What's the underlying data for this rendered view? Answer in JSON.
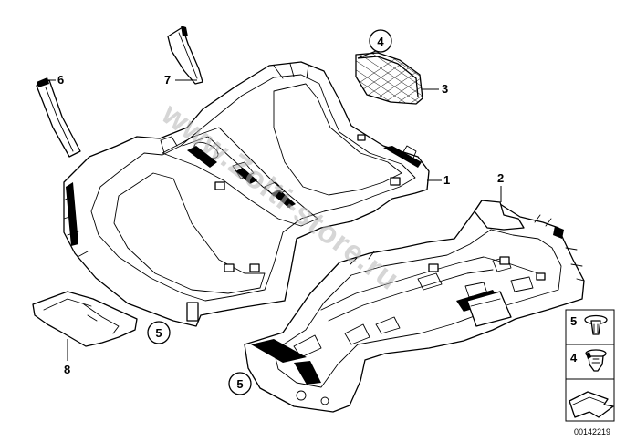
{
  "watermark": "www.Zolti-store.ru",
  "diagram_number": "00142219",
  "part_labels": {
    "p1": "1",
    "p2": "2",
    "p3": "3",
    "p6": "6",
    "p7": "7",
    "p8": "8"
  },
  "callouts": {
    "c4": "4",
    "c5a": "5",
    "c5b": "5"
  },
  "legend": {
    "l5": "5",
    "l4": "4"
  }
}
